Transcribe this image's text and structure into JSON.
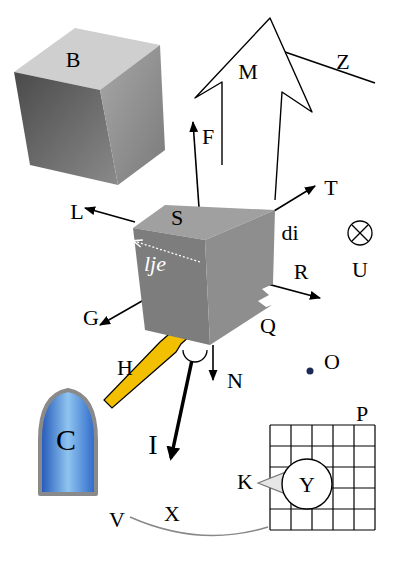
{
  "diagram": {
    "nodes": [
      {
        "text": [
          "B"
        ]
      },
      {
        "text": [
          "M"
        ]
      },
      {
        "text": [
          "S",
          "lje"
        ]
      },
      {
        "text": [
          "C"
        ]
      },
      {
        "text": [
          "Y"
        ]
      }
    ],
    "labels": [
      "Z",
      "F",
      "T",
      "L",
      "di",
      "U",
      "R",
      "G",
      "Q",
      "H",
      "N",
      "O",
      "P",
      "I",
      "K",
      "X",
      "V"
    ]
  }
}
